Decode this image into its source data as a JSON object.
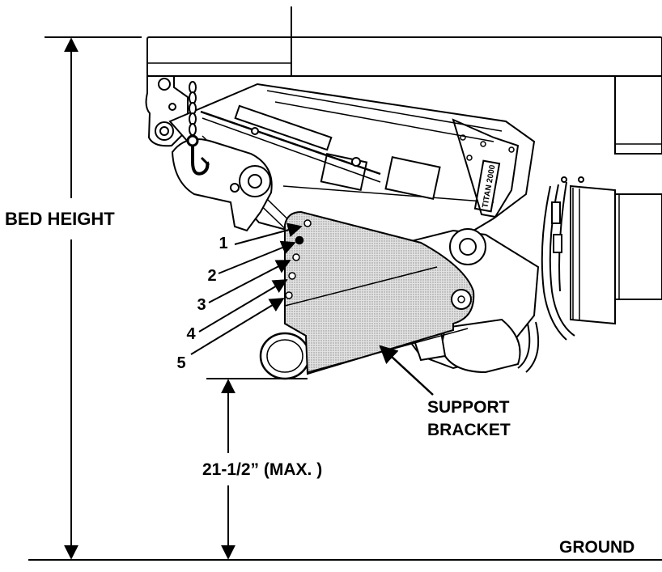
{
  "diagram": {
    "labels": {
      "bed_height": "BED HEIGHT",
      "support_bracket_line1": "SUPPORT",
      "support_bracket_line2": "BRACKET",
      "max_height": "21-1/2” (MAX. )",
      "ground": "GROUND"
    },
    "hole_positions": [
      "1",
      "2",
      "3",
      "4",
      "5"
    ],
    "selected_hole": "2",
    "nameplate_text": "TITAN 2000",
    "colors": {
      "line": "#000000",
      "bracket_fill": "#c8c8c8",
      "background": "#ffffff"
    }
  }
}
